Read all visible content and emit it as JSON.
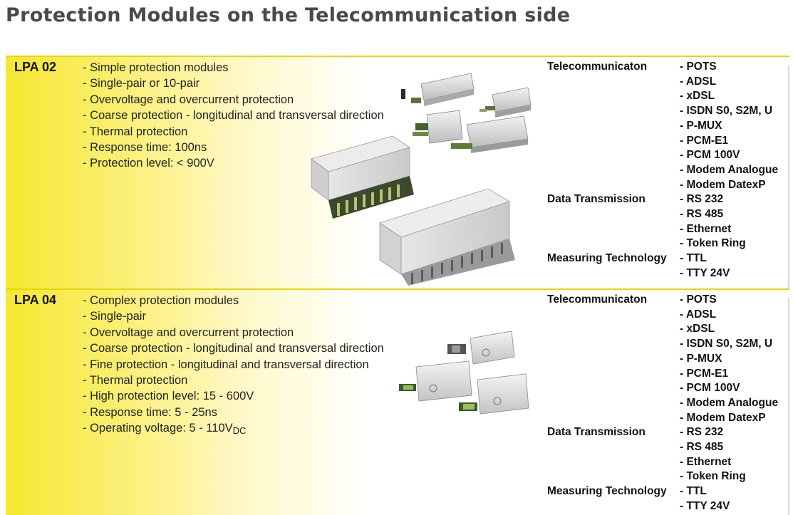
{
  "title": "Protection Modules on the Telecommunication side",
  "sections": [
    {
      "code": "LPA 02",
      "features": [
        "- Simple protection modules",
        "- Single-pair or 10-pair",
        "- Overvoltage and overcurrent protection",
        "- Coarse protection - longitudinal and transversal direction",
        "- Thermal protection",
        "- Response time: 100ns",
        "- Protection level: < 900V"
      ],
      "applications": [
        {
          "category": "Telecommunicaton",
          "item": "- POTS"
        },
        {
          "category": "",
          "item": "- ADSL"
        },
        {
          "category": "",
          "item": "- xDSL"
        },
        {
          "category": "",
          "item": "- ISDN S0, S2M, U"
        },
        {
          "category": "",
          "item": "- P-MUX"
        },
        {
          "category": "",
          "item": "- PCM-E1"
        },
        {
          "category": "",
          "item": "- PCM 100V"
        },
        {
          "category": "",
          "item": "- Modem Analogue"
        },
        {
          "category": "",
          "item": "- Modem DatexP"
        },
        {
          "category": "Data Transmission",
          "item": "- RS 232"
        },
        {
          "category": "",
          "item": "- RS 485"
        },
        {
          "category": "",
          "item": "- Ethernet"
        },
        {
          "category": "",
          "item": "- Token Ring"
        },
        {
          "category": "Measuring Technology",
          "item": "- TTL"
        },
        {
          "category": "",
          "item": "- TTY 24V"
        }
      ]
    },
    {
      "code": "LPA 04",
      "features": [
        "- Complex protection modules",
        "- Single-pair",
        "- Overvoltage and overcurrent protection",
        "- Coarse protection - longitudinal and transversal direction",
        "- Fine protection - longitudinal and transversal direction",
        "- Thermal protection",
        "- High protection level: 15 - 600V",
        "- Response time: 5 - 25ns",
        "- Operating voltage: 5 - 110V"
      ],
      "voltage_subscript": "DC",
      "applications": [
        {
          "category": "Telecommunicaton",
          "item": "- POTS"
        },
        {
          "category": "",
          "item": "- ADSL"
        },
        {
          "category": "",
          "item": "- xDSL"
        },
        {
          "category": "",
          "item": "- ISDN S0, S2M, U"
        },
        {
          "category": "",
          "item": "- P-MUX"
        },
        {
          "category": "",
          "item": "- PCM-E1"
        },
        {
          "category": "",
          "item": "- PCM 100V"
        },
        {
          "category": "",
          "item": "- Modem Analogue"
        },
        {
          "category": "",
          "item": "- Modem DatexP"
        },
        {
          "category": "Data Transmission",
          "item": "- RS 232"
        },
        {
          "category": "",
          "item": "- RS 485"
        },
        {
          "category": "",
          "item": "- Ethernet"
        },
        {
          "category": "",
          "item": "- Token Ring"
        },
        {
          "category": "Measuring Technology",
          "item": "- TTL"
        },
        {
          "category": "",
          "item": "- TTY 24V"
        }
      ]
    }
  ]
}
